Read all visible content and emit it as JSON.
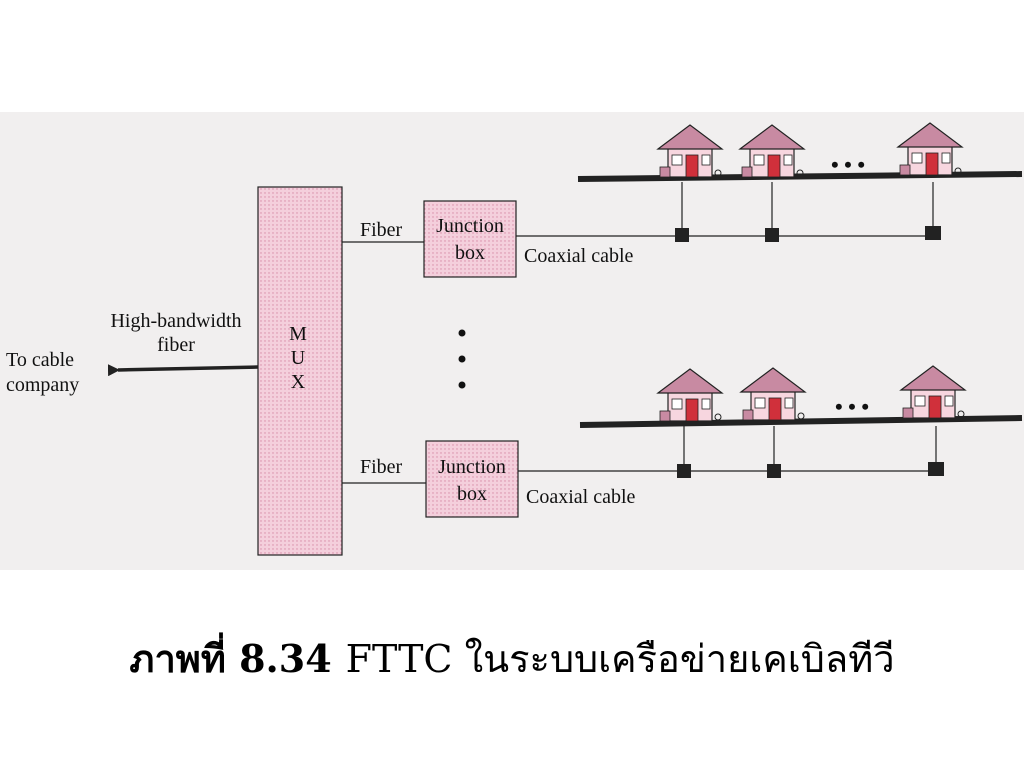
{
  "diagram": {
    "mux_label": [
      "M",
      "U",
      "X"
    ],
    "junction_label": [
      "Junction",
      "box"
    ],
    "fiber_label": "Fiber",
    "coax_label": "Coaxial cable",
    "highband_label": [
      "High-bandwidth",
      "fiber"
    ],
    "cable_company_label": [
      "To cable",
      "company"
    ],
    "ellipsis": "• • •",
    "colors": {
      "mux_fill": "#f4cfdc",
      "junction_fill": "#f4cfdc",
      "roof": "#c88aa2",
      "house_wall": "#f7d6df",
      "door": "#d0303b",
      "line": "#222222",
      "panel": "#f1efef"
    }
  },
  "caption": {
    "figure_number": "ภาพที่ 8.34",
    "title": "FTTC ในระบบเครือข่ายเคเบิลทีวี"
  }
}
